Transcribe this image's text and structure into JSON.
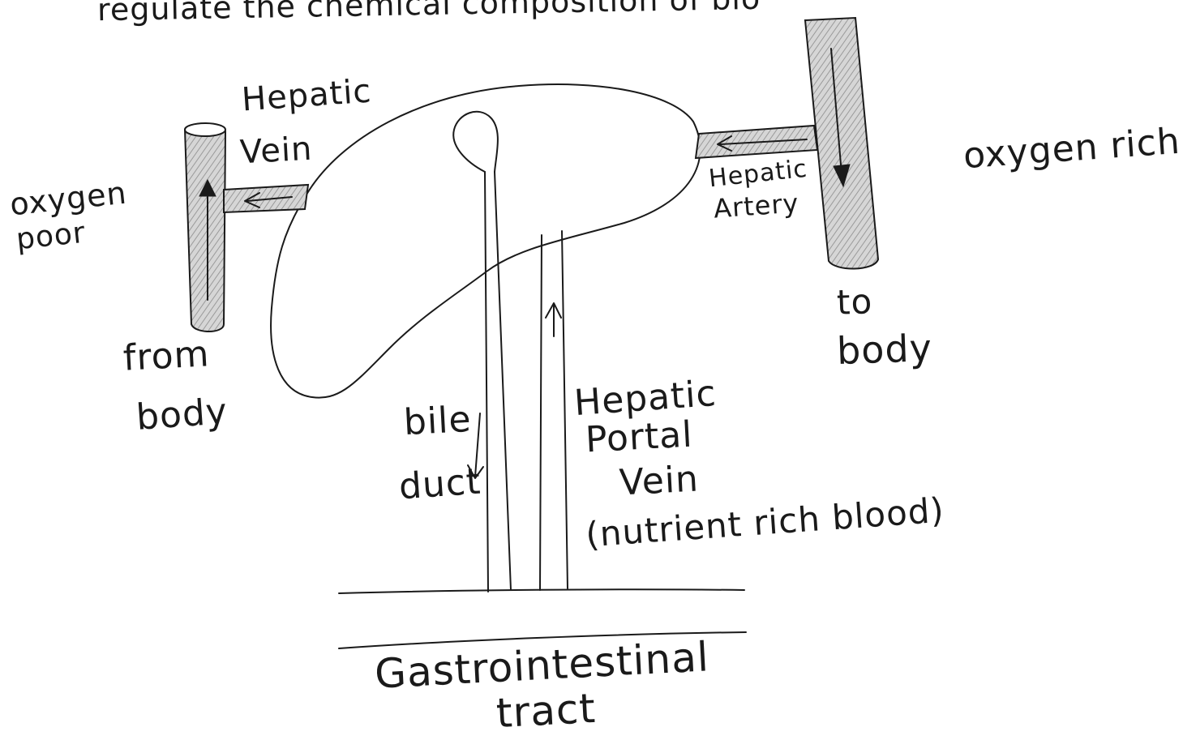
{
  "diagram": {
    "heading_fragment": "regulate the chemical composition of blo",
    "labels": {
      "hepatic_vein": "Hepatic Vein",
      "hepatic_vein_line1": "Hepatic",
      "hepatic_vein_line2": "Vein",
      "hepatic_artery_line1": "Hepatic",
      "hepatic_artery_line2": "Artery",
      "oxygen_poor_line1": "oxygen",
      "oxygen_poor_line2": "poor",
      "oxygen_rich": "oxygen rich",
      "from_body_line1": "from",
      "from_body_line2": "body",
      "to_body_line1": "to",
      "to_body_line2": "body",
      "bile_duct_line1": "bile",
      "bile_duct_line2": "duct",
      "hepatic_portal_line1": "Hepatic",
      "hepatic_portal_line2": "Portal",
      "hepatic_portal_line3": "Vein",
      "hepatic_portal_line4": "(nutrient rich blood)",
      "gi_tract_line1": "Gastrointestinal",
      "gi_tract_line2": "tract"
    },
    "colors": {
      "ink": "#1a1a1a",
      "vessel_shading": "#9a9a9a",
      "background": "#ffffff"
    }
  }
}
